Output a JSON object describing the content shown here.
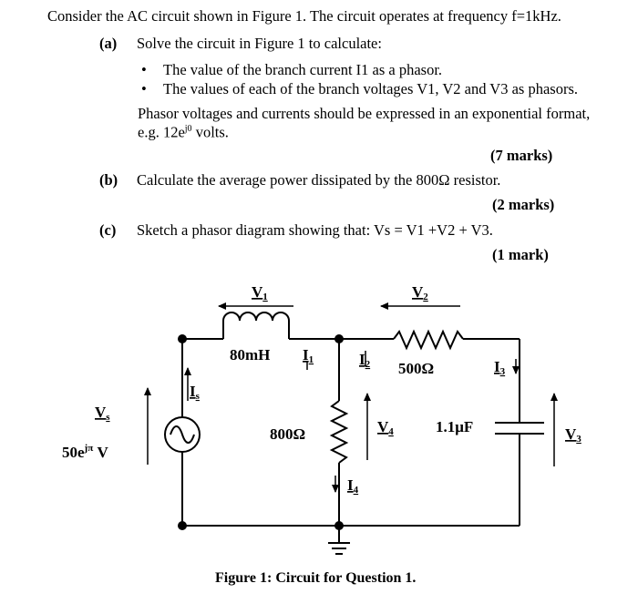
{
  "question": {
    "intro": "Consider the AC circuit shown in Figure 1. The circuit operates at frequency f=1kHz.",
    "part_a": {
      "label": "(a)",
      "text": "Solve the circuit in Figure 1 to calculate:",
      "bullet_1": "The value of the branch current I1 as a phasor.",
      "bullet_2": "The values of each of the branch voltages V1, V2 and V3 as phasors.",
      "note_1": "Phasor voltages and currents should be expressed in an exponential format,",
      "note_2": "e.g. 12e",
      "note_2_sup": "j0",
      "note_2_end": " volts.",
      "marks": "(7 marks)"
    },
    "part_b": {
      "label": "(b)",
      "text": "Calculate the average power dissipated by the 800Ω resistor.",
      "marks": "(2 marks)"
    },
    "part_c": {
      "label": "(c)",
      "text": "Sketch a phasor diagram showing that:  Vs = V1 +V2 + V3.",
      "marks": "(1 mark)"
    }
  },
  "circuit": {
    "v1": "V",
    "v1_sub": "1",
    "v2": "V",
    "v2_sub": "2",
    "inductor": "80mH",
    "i1": "I",
    "i1_sub": "1",
    "i2": "I",
    "i2_sub": "2",
    "r500": "500Ω",
    "i3": "I",
    "i3_sub": "3",
    "is": "I",
    "is_sub": "s",
    "vs": "V",
    "vs_sub": "s",
    "source_value": "50e",
    "source_sup": "jπ",
    "source_unit": " V",
    "r800": "800Ω",
    "v4": "V",
    "v4_sub": "4",
    "capacitor": "1.1μF",
    "v3": "V",
    "v3_sub": "3",
    "i4": "I",
    "i4_sub": "4"
  },
  "figure_caption": "Figure 1: Circuit for Question 1."
}
